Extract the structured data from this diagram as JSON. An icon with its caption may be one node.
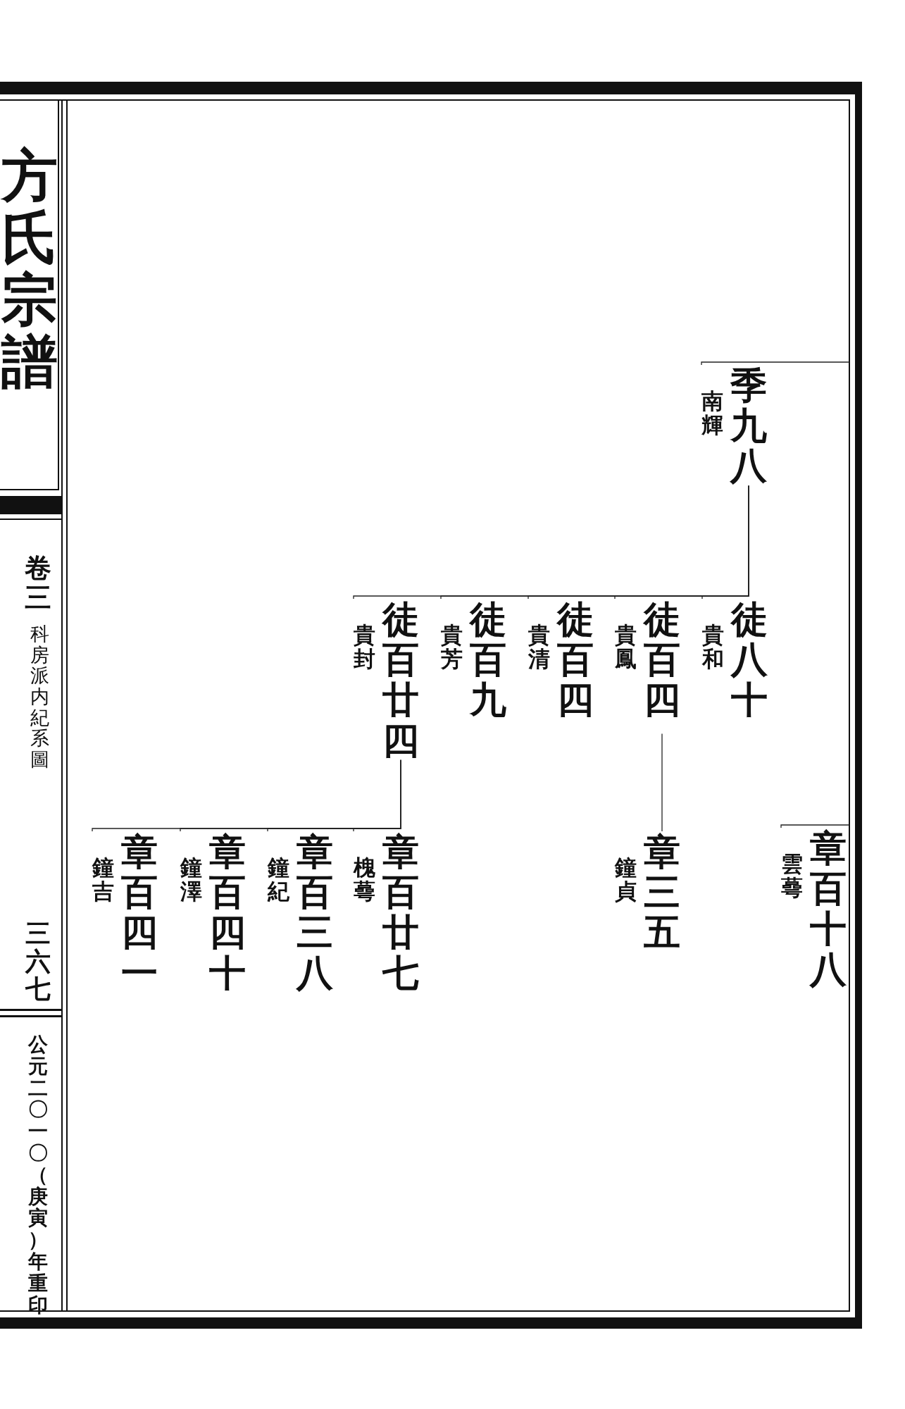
{
  "diagram": {
    "title": "方氏宗譜",
    "nodes": [
      {
        "text": [
          "季九八"
        ],
        "beside": [
          "南輝"
        ]
      },
      {
        "text": [
          "徒八十"
        ],
        "beside": [
          "貴和"
        ]
      },
      {
        "text": [
          "徒百四"
        ],
        "beside": [
          "貴鳳"
        ]
      },
      {
        "text": [
          "徒百四"
        ],
        "beside": [
          "貴清"
        ]
      },
      {
        "text": [
          "徒百九"
        ],
        "beside": [
          "貴芳"
        ]
      },
      {
        "text": [
          "徒百廿四"
        ],
        "beside": [
          "貴封"
        ]
      },
      {
        "text": [
          "章百十八"
        ],
        "beside": [
          "雲蕚"
        ]
      },
      {
        "text": [
          "章三五"
        ],
        "beside": [
          "鐘貞"
        ]
      },
      {
        "text": [
          "章百廿七"
        ],
        "beside": [
          "槐蕚"
        ]
      },
      {
        "text": [
          "章百三八"
        ],
        "beside": [
          "鐘紀"
        ]
      },
      {
        "text": [
          "章百四十"
        ],
        "beside": [
          "鐘澤"
        ]
      },
      {
        "text": [
          "章百四一"
        ],
        "beside": [
          "鐘吉"
        ]
      }
    ],
    "edges": [
      {
        "from": null,
        "to": 0,
        "arrow": "none"
      },
      {
        "from": 0,
        "to": 1,
        "arrow": "none"
      },
      {
        "from": 0,
        "to": 2,
        "arrow": "none"
      },
      {
        "from": 0,
        "to": 3,
        "arrow": "none"
      },
      {
        "from": 0,
        "to": 4,
        "arrow": "none"
      },
      {
        "from": 0,
        "to": 5,
        "arrow": "none"
      },
      {
        "from": null,
        "to": 6,
        "arrow": "none"
      },
      {
        "from": 2,
        "to": 7,
        "arrow": "none"
      },
      {
        "from": 5,
        "to": 8,
        "arrow": "none"
      },
      {
        "from": 5,
        "to": 9,
        "arrow": "none"
      },
      {
        "from": 5,
        "to": 10,
        "arrow": "none"
      },
      {
        "from": 5,
        "to": 11,
        "arrow": "none"
      }
    ],
    "labels": [
      "卷三",
      "科房派内紀系圖",
      "三六七",
      "公元二〇一〇（庚寅）年重印"
    ]
  }
}
